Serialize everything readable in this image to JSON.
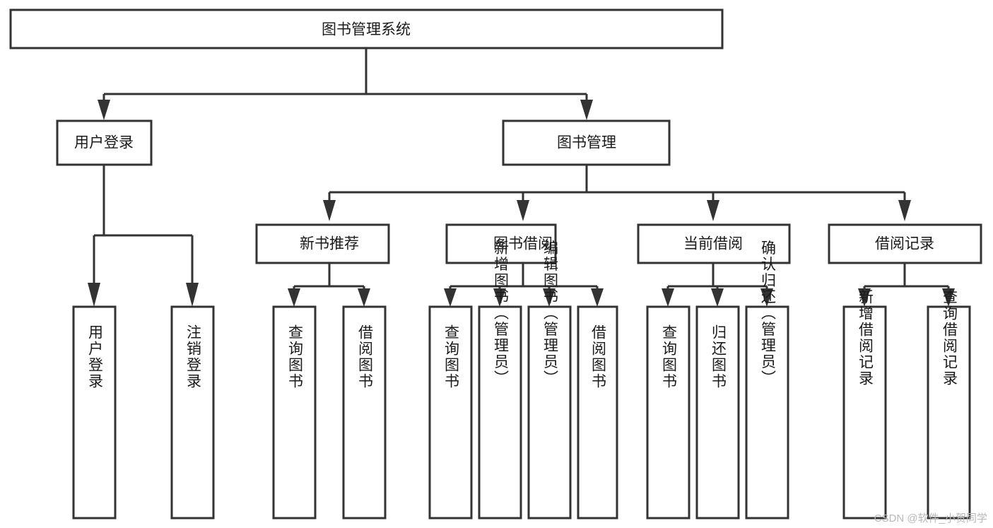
{
  "diagram": {
    "type": "tree",
    "title": "图书管理系统",
    "root": {
      "label": "图书管理系统"
    },
    "level2": [
      {
        "label": "用户登录"
      },
      {
        "label": "图书管理"
      }
    ],
    "level3": [
      {
        "label": "新书推荐"
      },
      {
        "label": "图书借阅"
      },
      {
        "label": "当前借阅"
      },
      {
        "label": "借阅记录"
      }
    ],
    "leaves": {
      "user_login": [
        {
          "label": "用户登录"
        },
        {
          "label": "注销登录"
        }
      ],
      "new_book_recommend": [
        {
          "label": "查询图书"
        },
        {
          "label": "借阅图书"
        }
      ],
      "book_borrow": [
        {
          "label": "查询图书"
        },
        {
          "label": "新增图书（管理员）"
        },
        {
          "label": "编辑图书（管理员）"
        },
        {
          "label": "借阅图书"
        }
      ],
      "current_borrow": [
        {
          "label": "查询图书"
        },
        {
          "label": "归还图书"
        },
        {
          "label": "确认归还（管理员）"
        }
      ],
      "borrow_record": [
        {
          "label": "新增借阅记录"
        },
        {
          "label": "查询借阅记录"
        }
      ]
    }
  },
  "watermark": {
    "text": "CSDN @软件_小贺同学"
  },
  "colors": {
    "box_fill": "#ffffff",
    "box_stroke": "#333333",
    "text": "#1a1a1a",
    "watermark": "#b9b9b9",
    "background": "#ffffff"
  }
}
